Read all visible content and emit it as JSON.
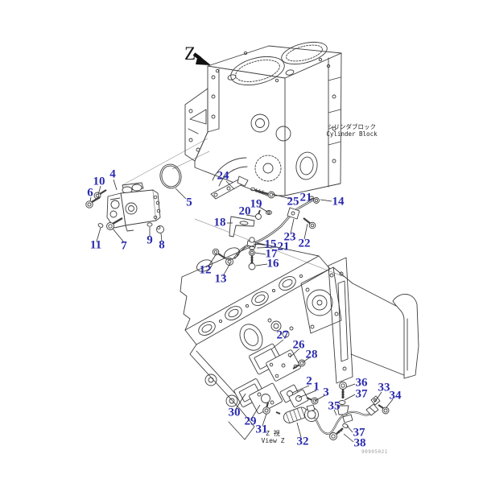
{
  "figure": {
    "view_indicator": "Z",
    "view_arrow_icon": "solid-arrow-down-right",
    "block_label_jp": "シリンダブロック",
    "block_label_en": "Cylinder Block",
    "view_caption_jp": "Z 視",
    "view_caption_en": "View Z",
    "drawing_code": "90905021"
  },
  "callouts": [
    {
      "label": "24"
    },
    {
      "label": "4"
    },
    {
      "label": "10"
    },
    {
      "label": "6"
    },
    {
      "label": "5"
    },
    {
      "label": "11"
    },
    {
      "label": "7"
    },
    {
      "label": "9"
    },
    {
      "label": "8"
    },
    {
      "label": "18"
    },
    {
      "label": "20"
    },
    {
      "label": "19"
    },
    {
      "label": "25"
    },
    {
      "label": "21"
    },
    {
      "label": "14"
    },
    {
      "label": "23"
    },
    {
      "label": "22"
    },
    {
      "label": "15"
    },
    {
      "label": "21"
    },
    {
      "label": "17"
    },
    {
      "label": "16"
    },
    {
      "label": "12"
    },
    {
      "label": "13"
    },
    {
      "label": "27"
    },
    {
      "label": "26"
    },
    {
      "label": "28"
    },
    {
      "label": "2"
    },
    {
      "label": "1"
    },
    {
      "label": "3"
    },
    {
      "label": "36"
    },
    {
      "label": "37"
    },
    {
      "label": "33"
    },
    {
      "label": "34"
    },
    {
      "label": "35"
    },
    {
      "label": "30"
    },
    {
      "label": "29"
    },
    {
      "label": "31"
    },
    {
      "label": "32"
    },
    {
      "label": "37"
    },
    {
      "label": "38"
    }
  ]
}
